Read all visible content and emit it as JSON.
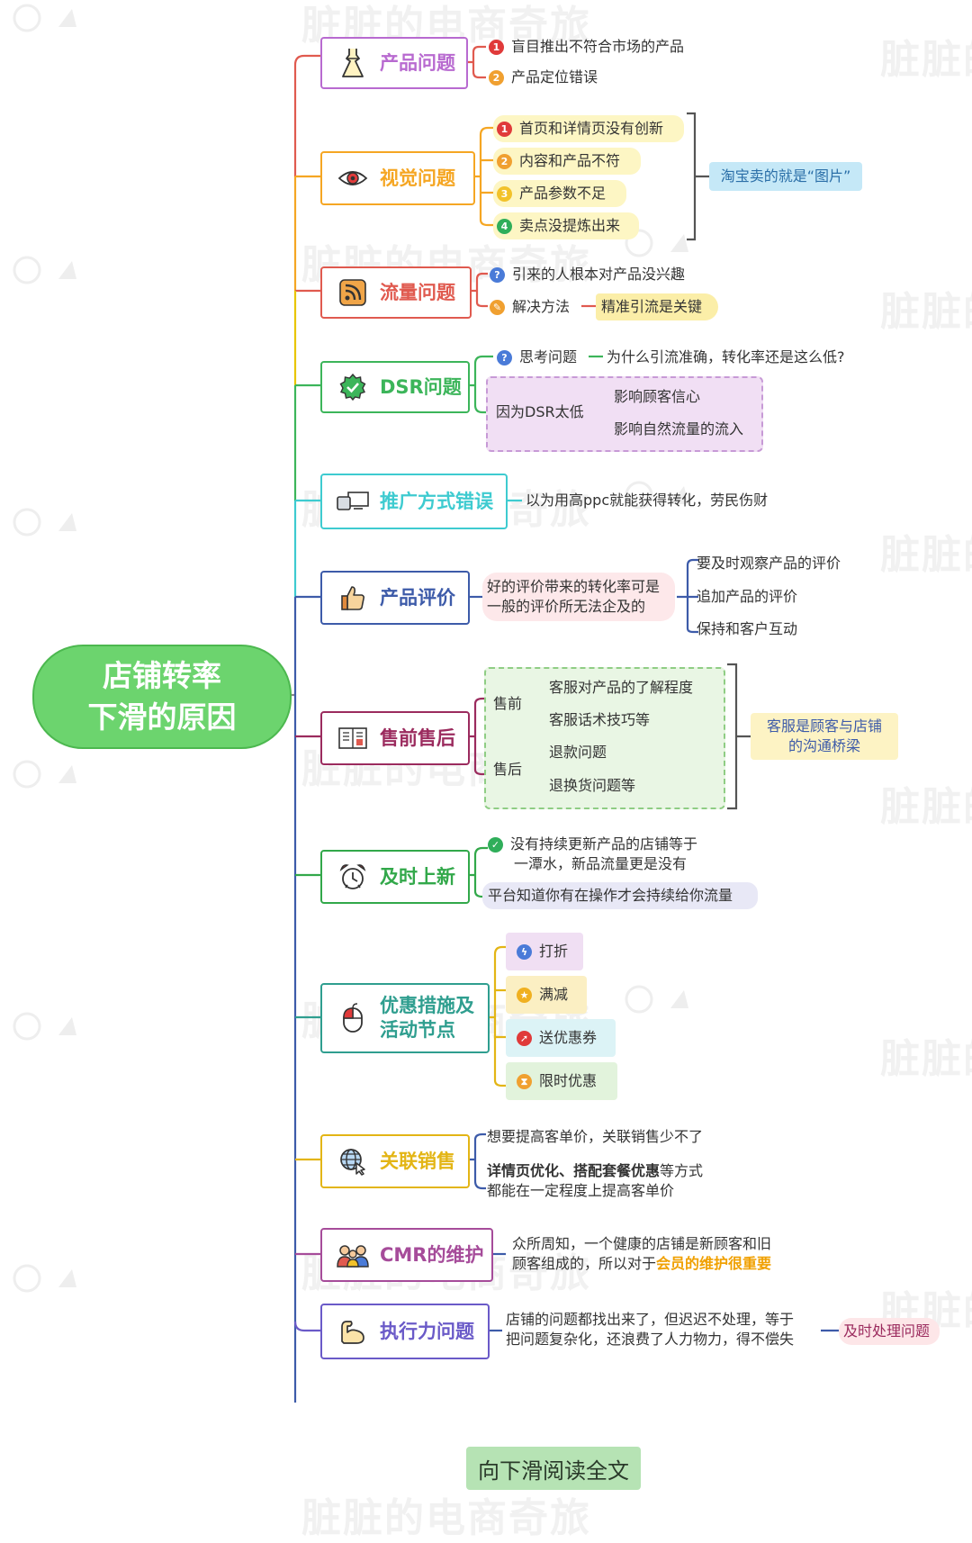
{
  "watermark": "脏脏的电商奇旅",
  "watermark_short": "脏脏的",
  "root_line1": "店铺转率",
  "root_line2": "下滑的原因",
  "footer_button": "向下滑阅读全文",
  "colors": {
    "root_fill": "#6cd46e",
    "wire_gray": "#aaaaaa"
  },
  "branches": [
    {
      "label": "产品问题",
      "color": "#b86ad0",
      "icon": "dress-icon",
      "items": [
        {
          "marker": "1",
          "text": "盲目推出不符合市场的产品"
        },
        {
          "marker": "2",
          "text": "产品定位错误"
        }
      ]
    },
    {
      "label": "视觉问题",
      "color": "#f5a623",
      "icon": "eye-icon",
      "items": [
        {
          "marker": "1",
          "text": "首页和详情页没有创新"
        },
        {
          "marker": "2",
          "text": "内容和产品不符"
        },
        {
          "marker": "3",
          "text": "产品参数不足"
        },
        {
          "marker": "4",
          "text": "卖点没提炼出来"
        }
      ],
      "summary": "淘宝卖的就是“图片”"
    },
    {
      "label": "流量问题",
      "color": "#e05a4f",
      "icon": "rss-icon",
      "items": [
        {
          "marker": "?",
          "text": "引来的人根本对产品没兴趣"
        },
        {
          "marker": "pencil",
          "text": "解决方法"
        }
      ],
      "solution": "精准引流是关键"
    },
    {
      "label": "DSR问题",
      "color": "#3cb55a",
      "icon": "badge-check-icon",
      "question_label": "思考问题",
      "question": "为什么引流准确，转化率还是这么低?",
      "reason": "因为DSR太低",
      "effects": [
        "影响顾客信心",
        "影响自然流量的流入"
      ]
    },
    {
      "label": "推广方式错误",
      "color": "#3ecbd0",
      "icon": "devices-icon",
      "text": "以为用高ppc就能获得转化，劳民伤财"
    },
    {
      "label": "产品评价",
      "color": "#3d5ba9",
      "icon": "thumbs-up-icon",
      "note_line1": "好的评价带来的转化率可是",
      "note_line2": "一般的评价所无法企及的",
      "items": [
        "要及时观察产品的评价",
        "追加产品的评价",
        "保持和客户互动"
      ]
    },
    {
      "label": "售前售后",
      "color": "#9b2b5e",
      "icon": "book-icon",
      "pre": "售前",
      "pre_items": [
        "客服对产品的了解程度",
        "客服话术技巧等"
      ],
      "post": "售后",
      "post_items": [
        "退款问题",
        "退换货问题等"
      ],
      "summary_line1": "客服是顾客与店铺",
      "summary_line2": "的沟通桥梁"
    },
    {
      "label": "及时上新",
      "color": "#32a84a",
      "icon": "alarm-clock-icon",
      "line1": "没有持续更新产品的店铺等于",
      "line2": "一潭水，新品流量更是没有",
      "line3": "平台知道你有在操作才会持续给你流量"
    },
    {
      "label_line1": "优惠措施及",
      "label_line2": "活动节点",
      "color": "#2f9e8f",
      "icon": "mouse-icon",
      "items": [
        "打折",
        "满减",
        "送优惠券",
        "限时优惠"
      ]
    },
    {
      "label": "关联销售",
      "color": "#e3b515",
      "icon": "globe-cursor-icon",
      "line1": "想要提高客单价，关联销售少不了",
      "line2_bold": "详情页优化、搭配套餐优惠",
      "line2_rest": "等方式",
      "line3": "都能在一定程度上提高客单价"
    },
    {
      "label": "CMR的维护",
      "color": "#a64c9a",
      "icon": "people-icon",
      "line1": "众所周知，一个健康的店铺是新顾客和旧",
      "line2_a": "顾客组成的，所以对于",
      "line2_b": "会员的维护很重要"
    },
    {
      "label": "执行力问题",
      "color": "#6a5ac8",
      "icon": "flexed-arm-icon",
      "line1": "店铺的问题都找出来了，但迟迟不处理，等于",
      "line2": "把问题复杂化，还浪费了人力物力，得不偿失",
      "summary": "及时处理问题"
    }
  ]
}
